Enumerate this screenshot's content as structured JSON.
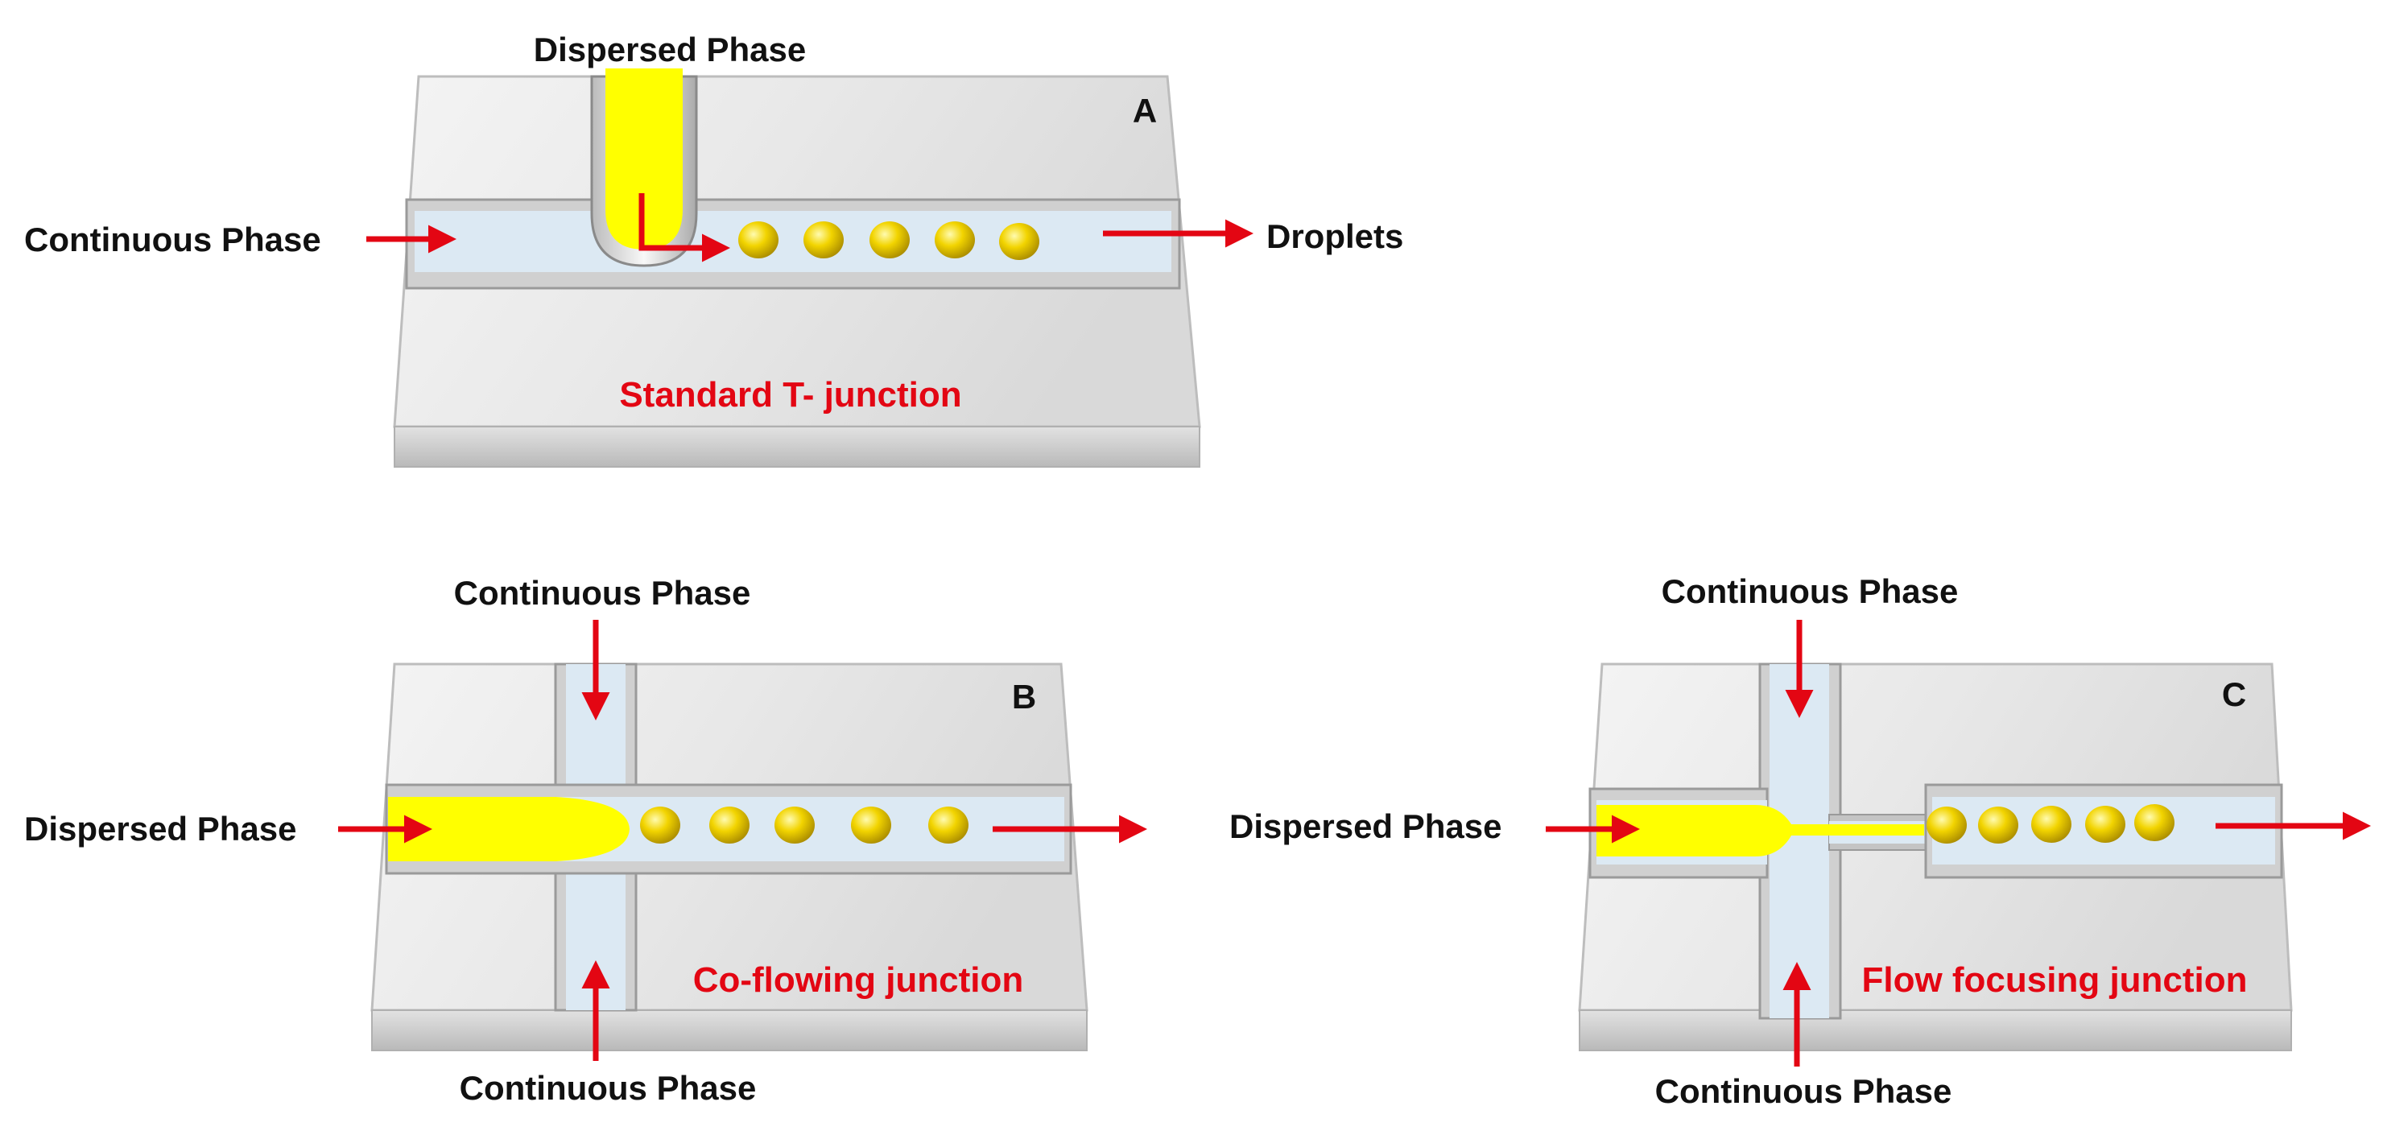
{
  "colors": {
    "arrow": "#e30613",
    "caption": "#e30613",
    "channel": "#dce9f3",
    "dispersed": "#ffff00",
    "droplet": "#f5d800",
    "chip_top": "#e6e6e6",
    "chip_front": "#c8c8c8"
  },
  "panel_a": {
    "letter": "A",
    "top_label": "Dispersed Phase",
    "left_label": "Continuous Phase",
    "right_label": "Droplets",
    "caption": "Standard T- junction"
  },
  "panel_b": {
    "letter": "B",
    "top_label": "Continuous Phase",
    "left_label": "Dispersed Phase",
    "bottom_label": "Continuous Phase",
    "caption": "Co-flowing junction"
  },
  "panel_c": {
    "letter": "C",
    "top_label": "Continuous Phase",
    "left_label": "Dispersed Phase",
    "bottom_label": "Continuous Phase",
    "caption": "Flow focusing  junction"
  },
  "icons": {
    "flow_arrow": "right-arrow-icon",
    "droplet": "droplet-icon"
  }
}
